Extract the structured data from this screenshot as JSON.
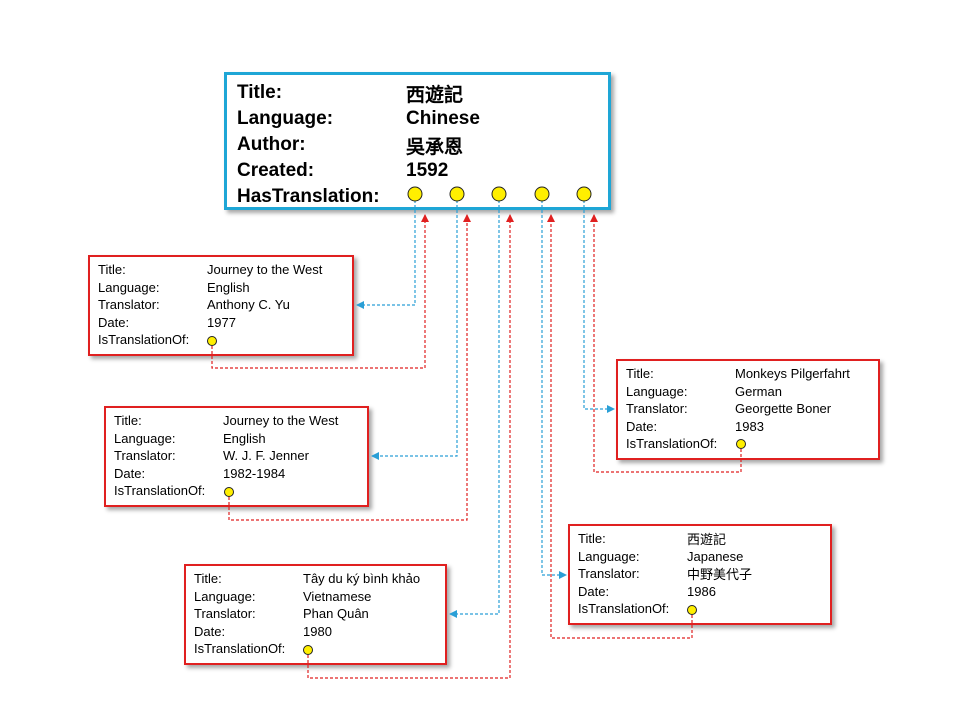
{
  "original": {
    "rows": [
      {
        "label": "Title:",
        "value": "西遊記"
      },
      {
        "label": "Language:",
        "value": "Chinese"
      },
      {
        "label": "Author:",
        "value": "吳承恩"
      },
      {
        "label": "Created:",
        "value": "1592"
      }
    ],
    "link_label": "HasTranslation:"
  },
  "translations": [
    {
      "id": "en-yu",
      "title_label": "Title:",
      "title": "Journey to the West",
      "language_label": "Language:",
      "language": "English",
      "translator_label": "Translator:",
      "translator": "Anthony C. Yu",
      "date_label": "Date:",
      "date": "1977",
      "link_label": "IsTranslationOf:"
    },
    {
      "id": "en-jenner",
      "title_label": "Title:",
      "title": "Journey to the West",
      "language_label": "Language:",
      "language": "English",
      "translator_label": "Translator:",
      "translator": "W. J. F. Jenner",
      "date_label": "Date:",
      "date": "1982-1984",
      "link_label": "IsTranslationOf:"
    },
    {
      "id": "vi",
      "title_label": "Title:",
      "title": "Tây du ký bình khảo",
      "language_label": "Language:",
      "language": "Vietnamese",
      "translator_label": "Translator:",
      "translator": "Phan Quân",
      "date_label": "Date:",
      "date": "1980",
      "link_label": "IsTranslationOf:"
    },
    {
      "id": "ja",
      "title_label": "Title:",
      "title": "西遊記",
      "language_label": "Language:",
      "language": "Japanese",
      "translator_label": "Translator:",
      "translator": "中野美代子",
      "date_label": "Date:",
      "date": "1986",
      "link_label": "IsTranslationOf:"
    },
    {
      "id": "de",
      "title_label": "Title:",
      "title": "Monkeys Pilgerfahrt",
      "language_label": "Language:",
      "language": "German",
      "translator_label": "Translator:",
      "translator": "Georgette Boner",
      "date_label": "Date:",
      "date": "1983",
      "link_label": "IsTranslationOf:"
    }
  ],
  "colors": {
    "source_border": "#1ea6d6",
    "translation_border": "#e02020",
    "has_translation_link": "#2a9fd6",
    "is_translation_of_link": "#e02020",
    "port_fill": "#ffef00",
    "port_stroke": "#222222"
  }
}
